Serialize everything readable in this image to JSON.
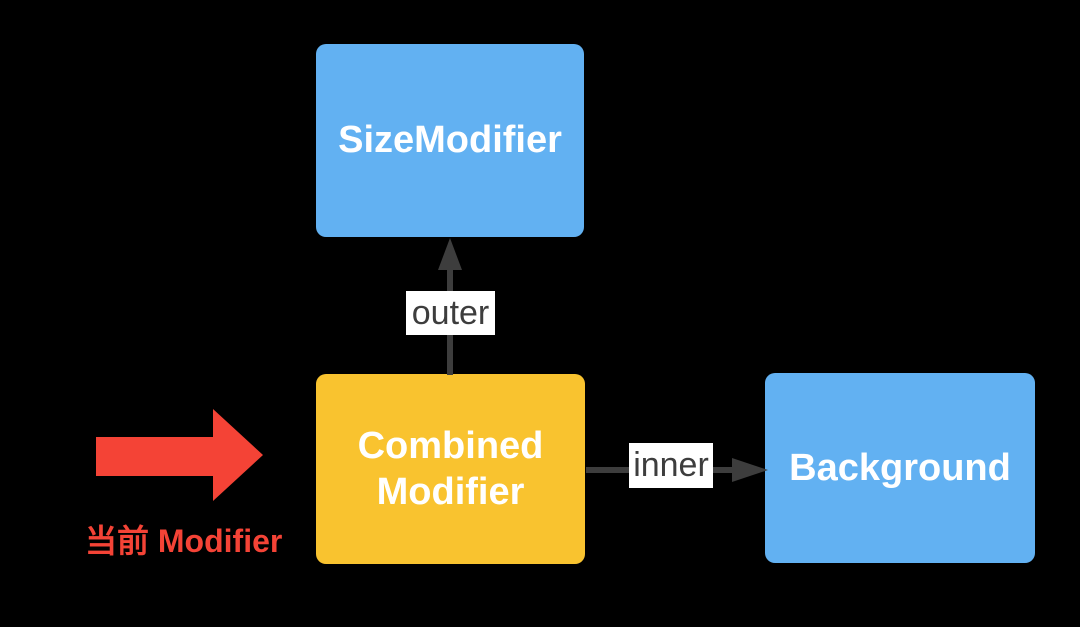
{
  "diagram": {
    "nodes": {
      "size_modifier": {
        "label": "SizeModifier"
      },
      "combined_modifier": {
        "label": "Combined\nModifier"
      },
      "background": {
        "label": "Background"
      }
    },
    "edges": {
      "outer": {
        "label": "outer"
      },
      "inner": {
        "label": "inner"
      }
    },
    "annotation": {
      "label": "当前 Modifier"
    }
  },
  "colors": {
    "canvas_bg": "#000000",
    "node_blue": "#62B1F2",
    "node_yellow": "#F9C32F",
    "node_text": "#FFFFFF",
    "arrow_dark": "#3D3D3D",
    "edge_label_bg": "#FFFFFF",
    "edge_label_text": "#3D3D3D",
    "accent_red": "#F44336"
  }
}
